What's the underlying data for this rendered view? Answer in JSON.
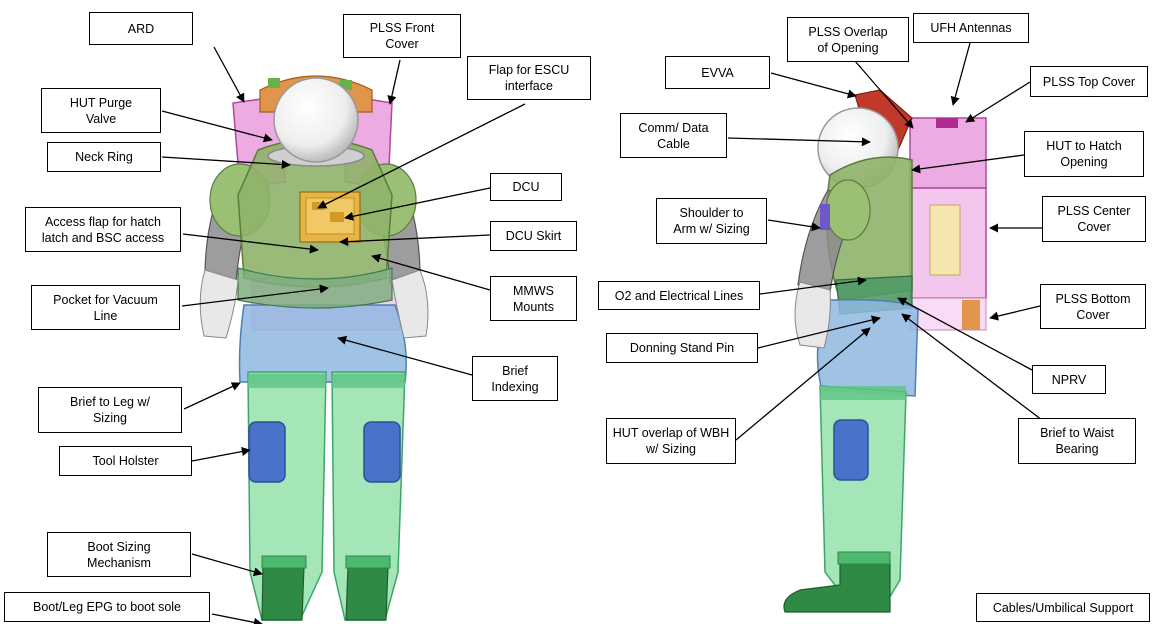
{
  "labels": {
    "ard": "ARD",
    "plss_front_cover": "PLSS Front\nCover",
    "flap_escu": "Flap for ESCU\ninterface",
    "hut_purge_valve": "HUT Purge\nValve",
    "neck_ring": "Neck Ring",
    "dcu": "DCU",
    "access_flap": "Access flap for hatch\nlatch and BSC access",
    "dcu_skirt": "DCU Skirt",
    "mmws_mounts": "MMWS\nMounts",
    "pocket_vacuum": "Pocket for Vacuum\nLine",
    "brief_indexing": "Brief\nIndexing",
    "brief_to_leg": "Brief to Leg w/\nSizing",
    "tool_holster": "Tool Holster",
    "boot_sizing": "Boot Sizing\nMechanism",
    "boot_leg_epg": "Boot/Leg EPG to boot sole",
    "evva": "EVVA",
    "plss_overlap": "PLSS Overlap\nof Opening",
    "ufh_antennas": "UFH Antennas",
    "plss_top_cover": "PLSS Top Cover",
    "comm_data": "Comm/ Data\nCable",
    "hut_hatch": "HUT to Hatch\nOpening",
    "shoulder_arm": "Shoulder to\nArm w/ Sizing",
    "plss_center": "PLSS Center\nCover",
    "o2_lines": "O2 and Electrical Lines",
    "plss_bottom": "PLSS Bottom\nCover",
    "donning_pin": "Donning Stand Pin",
    "nprv": "NPRV",
    "hut_overlap_wbh": "HUT overlap of WBH\nw/ Sizing",
    "brief_waist": "Brief to Waist\nBearing",
    "cables_umbilical": "Cables/Umbilical Support"
  },
  "colors": {
    "hut_green": "#8fb26a",
    "plss_pink": "#e58fd8",
    "brief_blue": "#8fb7e0",
    "leg_green": "#8fe0a8",
    "boot_green": "#2e8a45",
    "holster_blue": "#4a72c8",
    "gold": "#e7b545",
    "helmet": "#f2f2f2",
    "glove": "#e8e8e8"
  }
}
